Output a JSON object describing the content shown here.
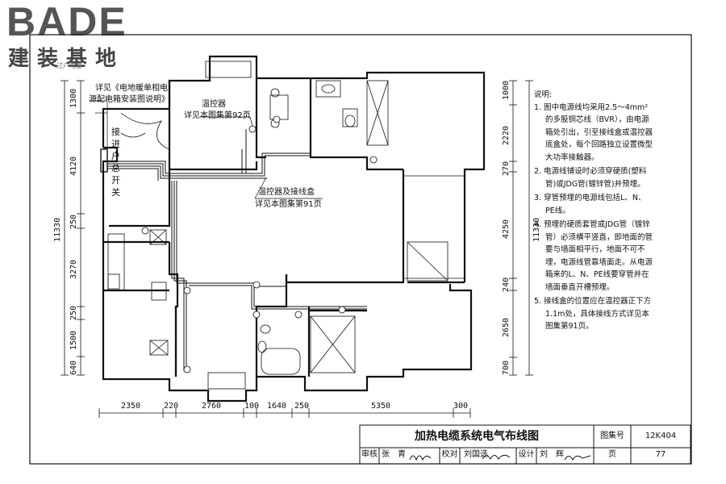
{
  "logo": {
    "main": "BADE",
    "sub": "建装基地"
  },
  "page_note": "过户电器",
  "labels": {
    "ref_top_line1": "详见《电地暖单相电",
    "ref_top_line2": "源配电箱安装图说明》",
    "thermostat": "温控器",
    "thermostat_ref": "详见本图集第92页",
    "entry_switch": [
      "接",
      "进",
      "户",
      "总",
      "开",
      "关"
    ],
    "thermostat_box": "温控器及接线盒",
    "thermostat_box_ref": "详见本图集第91页"
  },
  "left_dims": [
    "1300",
    "4120",
    "250",
    "3270",
    "250",
    "1500",
    "640"
  ],
  "left_total": "11330",
  "right_dims": [
    "1000",
    "2220",
    "270",
    "4250",
    "240",
    "2650",
    "700"
  ],
  "right_total": "11330",
  "bottom_dims": [
    "2350",
    "220",
    "2760",
    "100",
    "1640",
    "250",
    "5350",
    "300"
  ],
  "notes": {
    "title": "说明:",
    "items": [
      "1. 图中电源线均采用2.5～4mm² 的多股铜芯线（BVR），由电源箱处引出，引至接线盒或温控器底盒处，每个回路独立设置微型大功率接触器。",
      "2. 电源线铺设时必须穿硬质(塑料管)或JDG管(镀锌管)并预埋。",
      "3. 穿管预埋的电源线包括L、N、PE线。",
      "4. 预埋的硬质套管或JDG管（镀锌管）必须横平竖直，即地面的管要与墙面相平行，地面不可不埋，电源线管靠墙面走。从电源箱来的L、N、PE线要穿管并在墙面垂直开槽预埋。",
      "5. 接线盒的位置应在温控器正下方1.1m处，具体接线方式详见本图集第91页。"
    ]
  },
  "title_block": {
    "title": "加热电缆系统电气布线图",
    "atlas_label": "图集号",
    "atlas_no": "12K404",
    "review_label": "审核",
    "review_name": "张　青",
    "check_label": "校对",
    "check_name": "刘国选",
    "design_label": "设计",
    "design_name": "刘　辉",
    "page_label": "页",
    "page_no": "77"
  },
  "colors": {
    "line": "#111111",
    "grey": "#777777"
  }
}
